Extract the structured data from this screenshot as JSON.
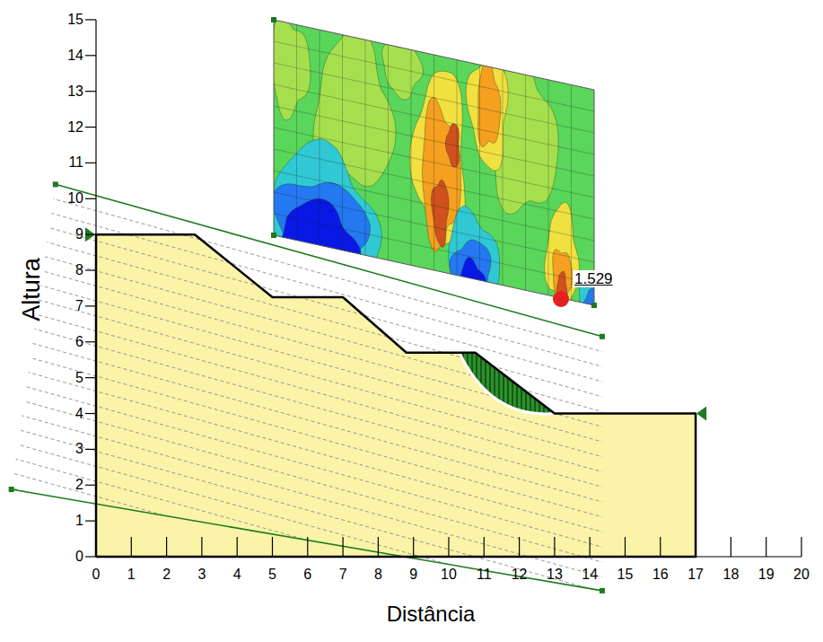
{
  "diagram": {
    "labels": [
      "Altura",
      "Distância",
      "1.529",
      "0",
      "1",
      "2",
      "3",
      "4",
      "5",
      "6",
      "7",
      "8",
      "9",
      "10",
      "11",
      "12",
      "13",
      "14",
      "15",
      "0",
      "1",
      "2",
      "3",
      "4",
      "5",
      "6",
      "7",
      "8",
      "9",
      "10",
      "11",
      "12",
      "13",
      "14",
      "15",
      "16",
      "17",
      "18",
      "19",
      "20"
    ]
  }
}
